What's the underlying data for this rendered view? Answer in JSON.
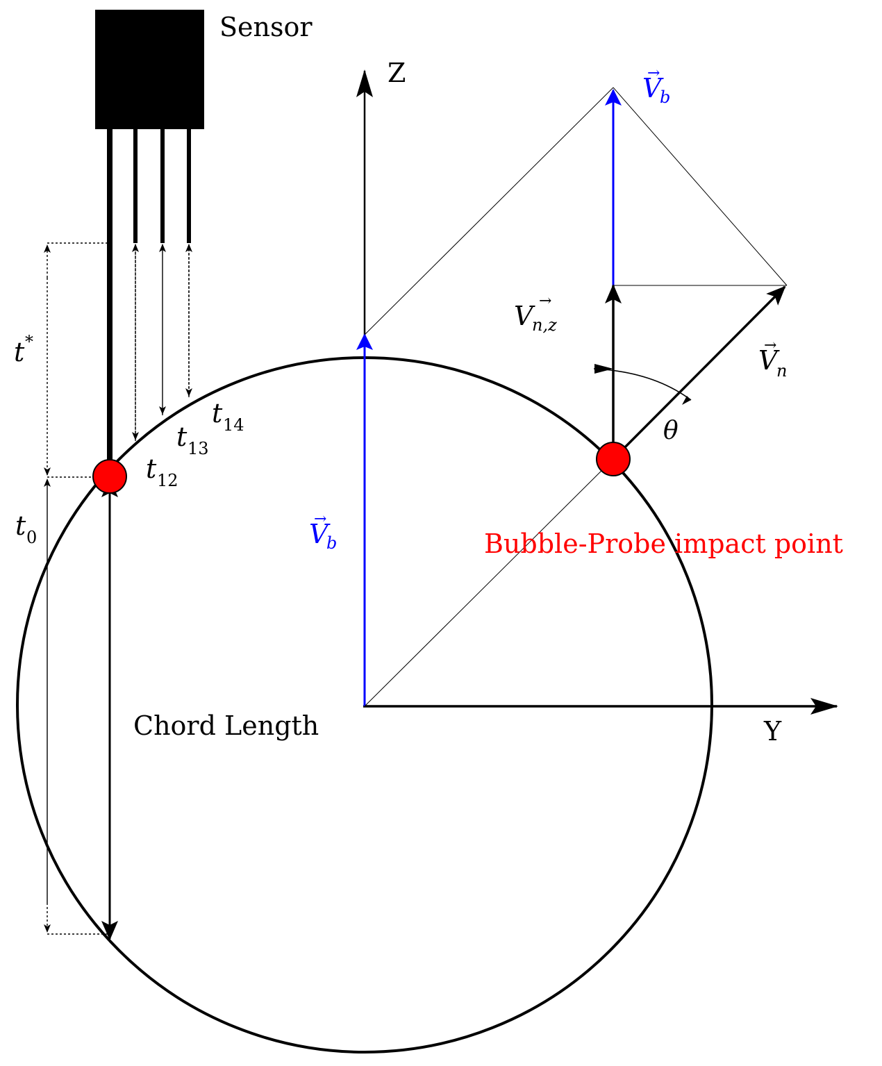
{
  "labels": {
    "sensor": "Sensor",
    "axis_z": "Z",
    "axis_y": "Y",
    "chord_length": "Chord Length",
    "impact_point": "Bubble-Probe impact point",
    "t_star": "t",
    "t_star_sup": "*",
    "t0": "t",
    "t0_sub": "0",
    "t12": "t",
    "t12_sub": "12",
    "t13": "t",
    "t13_sub": "13",
    "t14": "t",
    "t14_sub": "14",
    "theta": "θ",
    "vb_top": "V",
    "vb_top_sub": "b",
    "vb_left": "V",
    "vb_left_sub": "b",
    "vnz": "V",
    "vnz_sub": "n,z",
    "vn": "V",
    "vn_sub": "n",
    "vec_arrow": "→"
  },
  "colors": {
    "velocity_blue": "#0000ff",
    "impact_red": "#ff0000",
    "ink": "#000000"
  }
}
